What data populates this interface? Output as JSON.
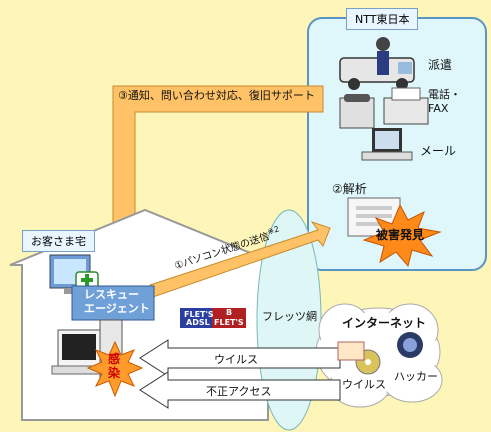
{
  "ntt": {
    "title": "NTT東日本",
    "dispatch": "派遣",
    "phone_fax": "電話・\nFAX",
    "mail": "メール",
    "analysis": "②解析"
  },
  "callout": "被害発見",
  "home": {
    "title": "お客さま宅",
    "agent": "レスキュー\nエージェント",
    "infected": "感\n染"
  },
  "flows": {
    "notify": "③通知、問い合わせ対応、復旧サポート",
    "send": "①パソコン状態の送信",
    "send_note": "※2",
    "virus": "ウイルス",
    "unauthorized": "不正アクセス"
  },
  "network": {
    "flets": "フレッツ網",
    "internet": "インターネット",
    "virus": "ウイルス",
    "hacker": "ハッカー"
  },
  "logos": {
    "adsl_top": "FLET'S",
    "adsl_bottom": "ADSL",
    "b_top": "B",
    "b_bottom": "FLET'S"
  }
}
